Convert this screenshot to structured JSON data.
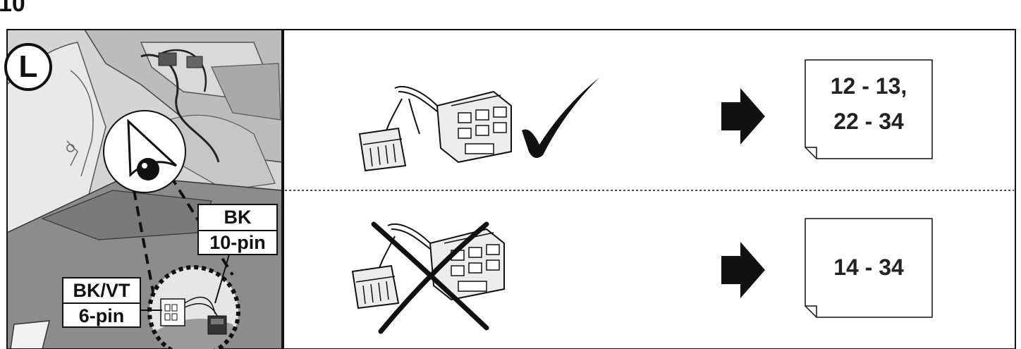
{
  "step": {
    "number": "10"
  },
  "side_marker": {
    "letter": "L"
  },
  "connectors": {
    "upper": {
      "color": "BK",
      "pins": "10-pin"
    },
    "lower": {
      "color": "BK/VT",
      "pins": "6-pin"
    }
  },
  "options": [
    {
      "mark": "check-icon",
      "pages_line1": "12 - 13,",
      "pages_line2": "22 - 34"
    },
    {
      "mark": "cross-icon",
      "pages": "14 - 34"
    }
  ],
  "colors": {
    "line": "#111111",
    "panel_fill": "#d9d9d9",
    "panel_dark": "#8c8c8c",
    "connector_fill": "#ececec"
  }
}
